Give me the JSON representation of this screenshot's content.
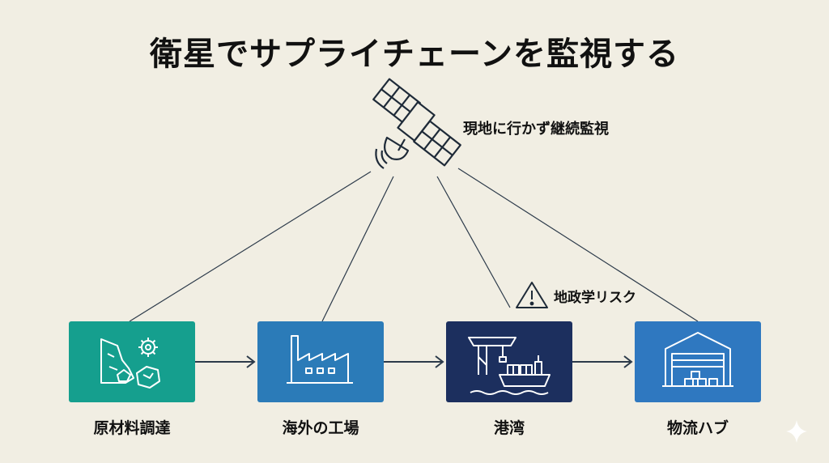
{
  "title": "衛星でサプライチェーンを監視する",
  "satellite_caption": "現地に行かず継続監視",
  "risk_caption": "地政学リスク",
  "nodes": [
    {
      "label": "原材料調達",
      "color": "#159f8e",
      "icon": "raw-materials-icon"
    },
    {
      "label": "海外の工場",
      "color": "#2b7bb8",
      "icon": "factory-icon"
    },
    {
      "label": "港湾",
      "color": "#1c2f5e",
      "icon": "port-icon"
    },
    {
      "label": "物流ハブ",
      "color": "#2f78c0",
      "icon": "warehouse-icon"
    }
  ],
  "colors": {
    "background": "#f1eee3",
    "line": "#2c3a4a"
  }
}
